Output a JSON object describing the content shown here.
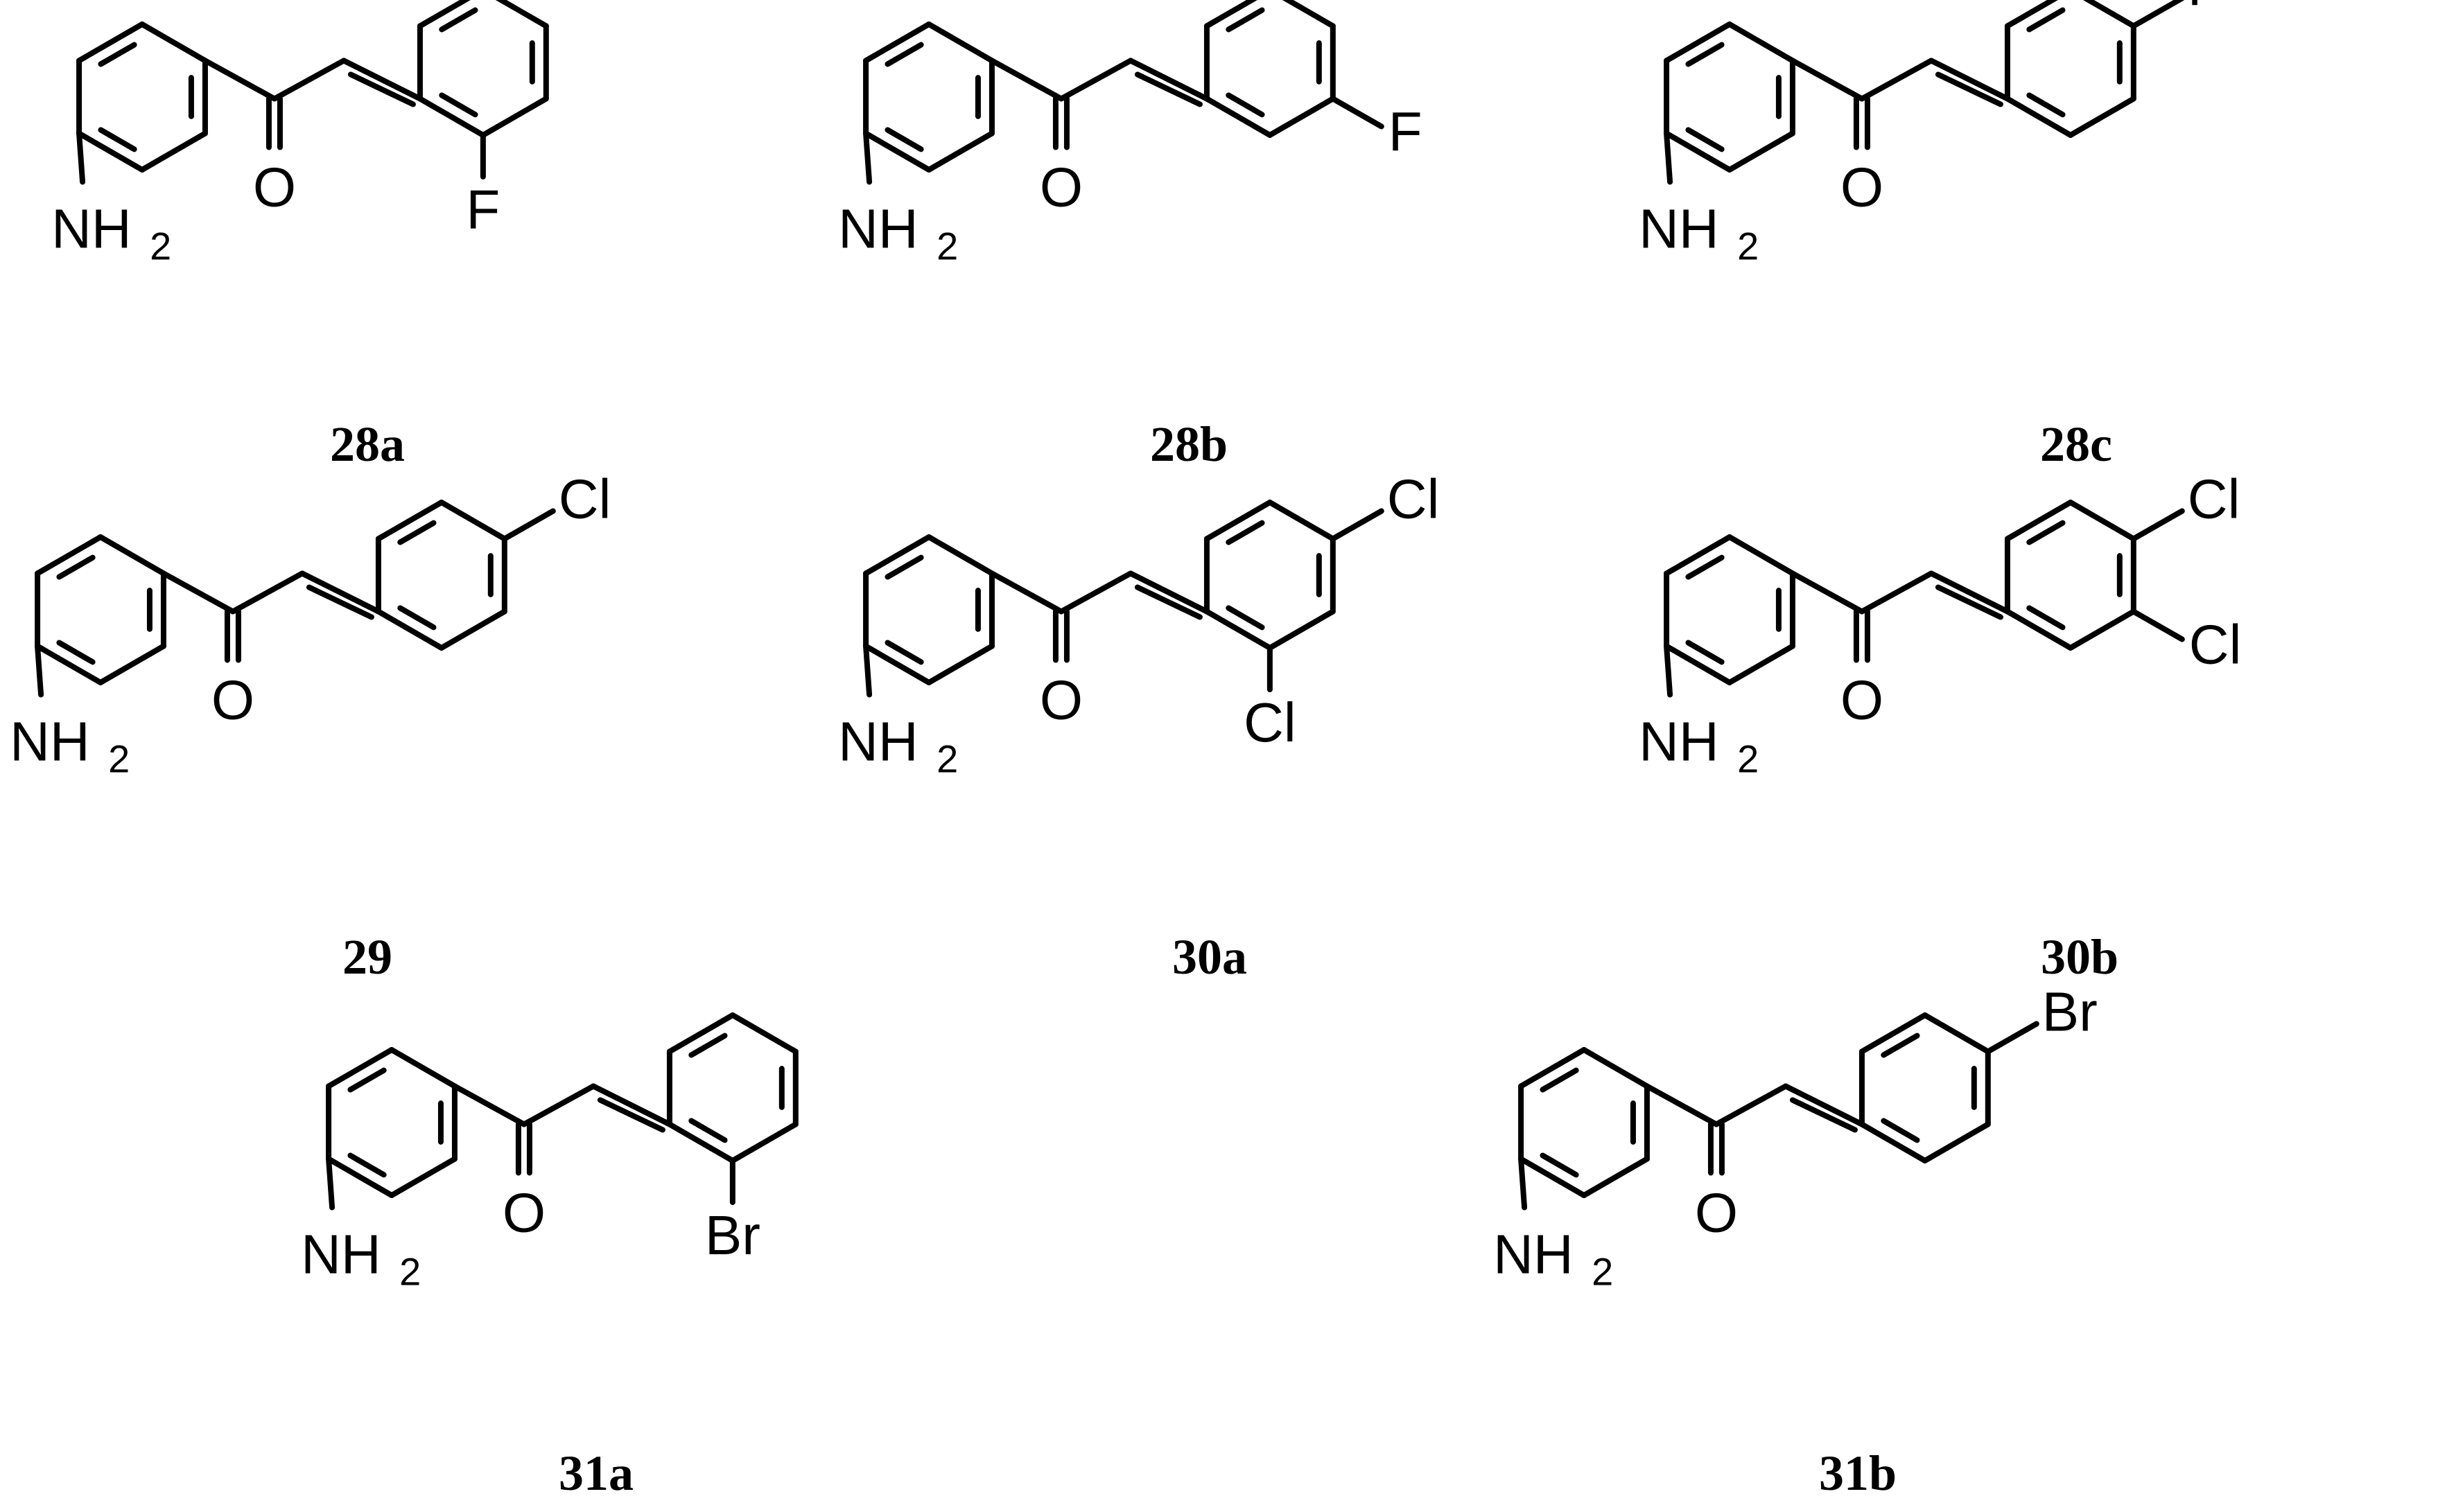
{
  "atoms": {
    "amine": "NH",
    "amine_sub": "2",
    "carbonyl_o": "O"
  },
  "molecules": [
    {
      "id": "28a",
      "label": "28a",
      "substituents": [
        {
          "pos": "2",
          "text": "F"
        }
      ]
    },
    {
      "id": "28b",
      "label": "28b",
      "substituents": [
        {
          "pos": "3",
          "text": "F"
        }
      ]
    },
    {
      "id": "28c",
      "label": "28c",
      "substituents": [
        {
          "pos": "4",
          "text": "F"
        }
      ]
    },
    {
      "id": "29",
      "label": "29",
      "substituents": [
        {
          "pos": "4",
          "text": "Cl"
        }
      ]
    },
    {
      "id": "30a",
      "label": "30a",
      "substituents": [
        {
          "pos": "4",
          "text": "Cl"
        },
        {
          "pos": "2",
          "text": "Cl"
        }
      ]
    },
    {
      "id": "30b",
      "label": "30b",
      "substituents": [
        {
          "pos": "4",
          "text": "Cl"
        },
        {
          "pos": "3",
          "text": "Cl"
        }
      ]
    },
    {
      "id": "31a",
      "label": "31a",
      "substituents": [
        {
          "pos": "2",
          "text": "Br"
        }
      ]
    },
    {
      "id": "31b",
      "label": "31b",
      "substituents": [
        {
          "pos": "4",
          "text": "Br"
        }
      ]
    }
  ]
}
